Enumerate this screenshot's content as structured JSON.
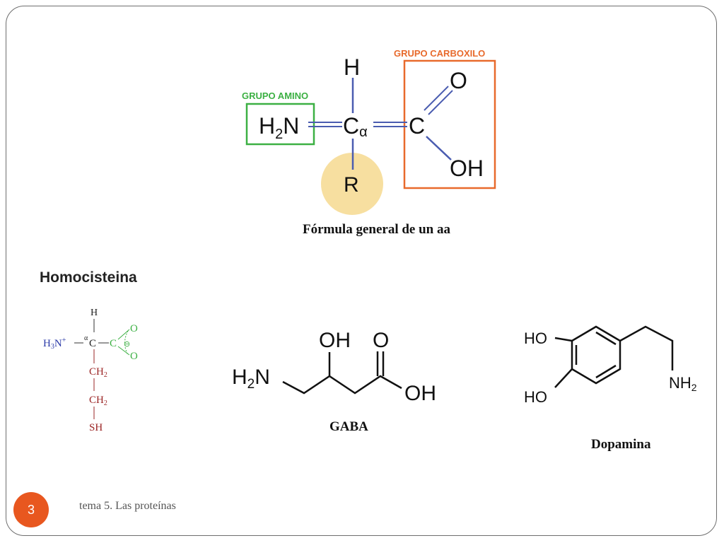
{
  "general_formula": {
    "group_carboxyl_label": "GRUPO CARBOXILO",
    "group_amino_label": "GRUPO AMINO",
    "h_atom": "H",
    "amine_h": "H",
    "amine_sub": "2",
    "amine_n": "N",
    "alpha_c": "C",
    "alpha_sym": "α",
    "carboxyl_c": "C",
    "carbonyl_o": "O",
    "hydroxyl": "OH",
    "r_group": "R",
    "caption": "Fórmula general de un aa",
    "colors": {
      "amino_box": "#3cb043",
      "carboxyl_box": "#e86a2c",
      "bond": "#4a5cb0",
      "r_circle": "#f7dfa0"
    }
  },
  "homocisteina": {
    "title": "Homocisteina",
    "h": "H",
    "h3n_h": "H",
    "h3n_sub": "3",
    "h3n_n": "N",
    "h3n_charge": "+",
    "alpha_sym": "α",
    "c_alpha": "C",
    "c_carboxyl": "C",
    "o_top": "O",
    "o_bottom": "O",
    "charge_minus": "⊖",
    "ch2_1_c": "CH",
    "ch2_1_sub": "2",
    "ch2_2_c": "CH",
    "ch2_2_sub": "2",
    "sh": "SH",
    "colors": {
      "blue": "#2b3aa8",
      "green": "#3cb043",
      "red": "#9b2424"
    }
  },
  "gaba": {
    "caption": "GABA",
    "h2n_h": "H",
    "h2n_sub": "2",
    "h2n_n": "N",
    "oh_top": "OH",
    "o_top": "O",
    "oh_right": "OH"
  },
  "dopamina": {
    "caption": "Dopamina",
    "ho_top": "HO",
    "ho_bottom": "HO",
    "nh2_n": "NH",
    "nh2_sub": "2"
  },
  "footer": {
    "page_number": "3",
    "text": "tema 5. Las proteínas",
    "accent": "#e8571f"
  }
}
